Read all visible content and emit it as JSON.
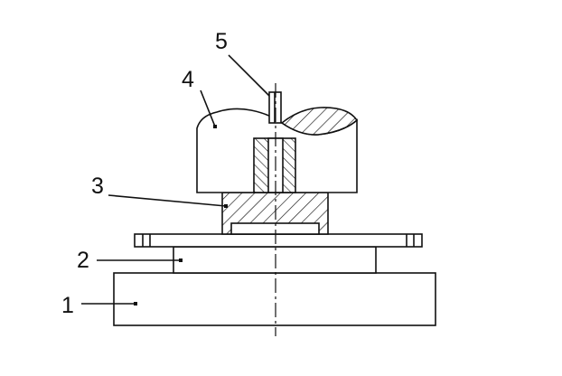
{
  "labels": [
    "1",
    "2",
    "3",
    "4",
    "5"
  ],
  "colors": {
    "line": "#111111",
    "background": "#ffffff"
  }
}
